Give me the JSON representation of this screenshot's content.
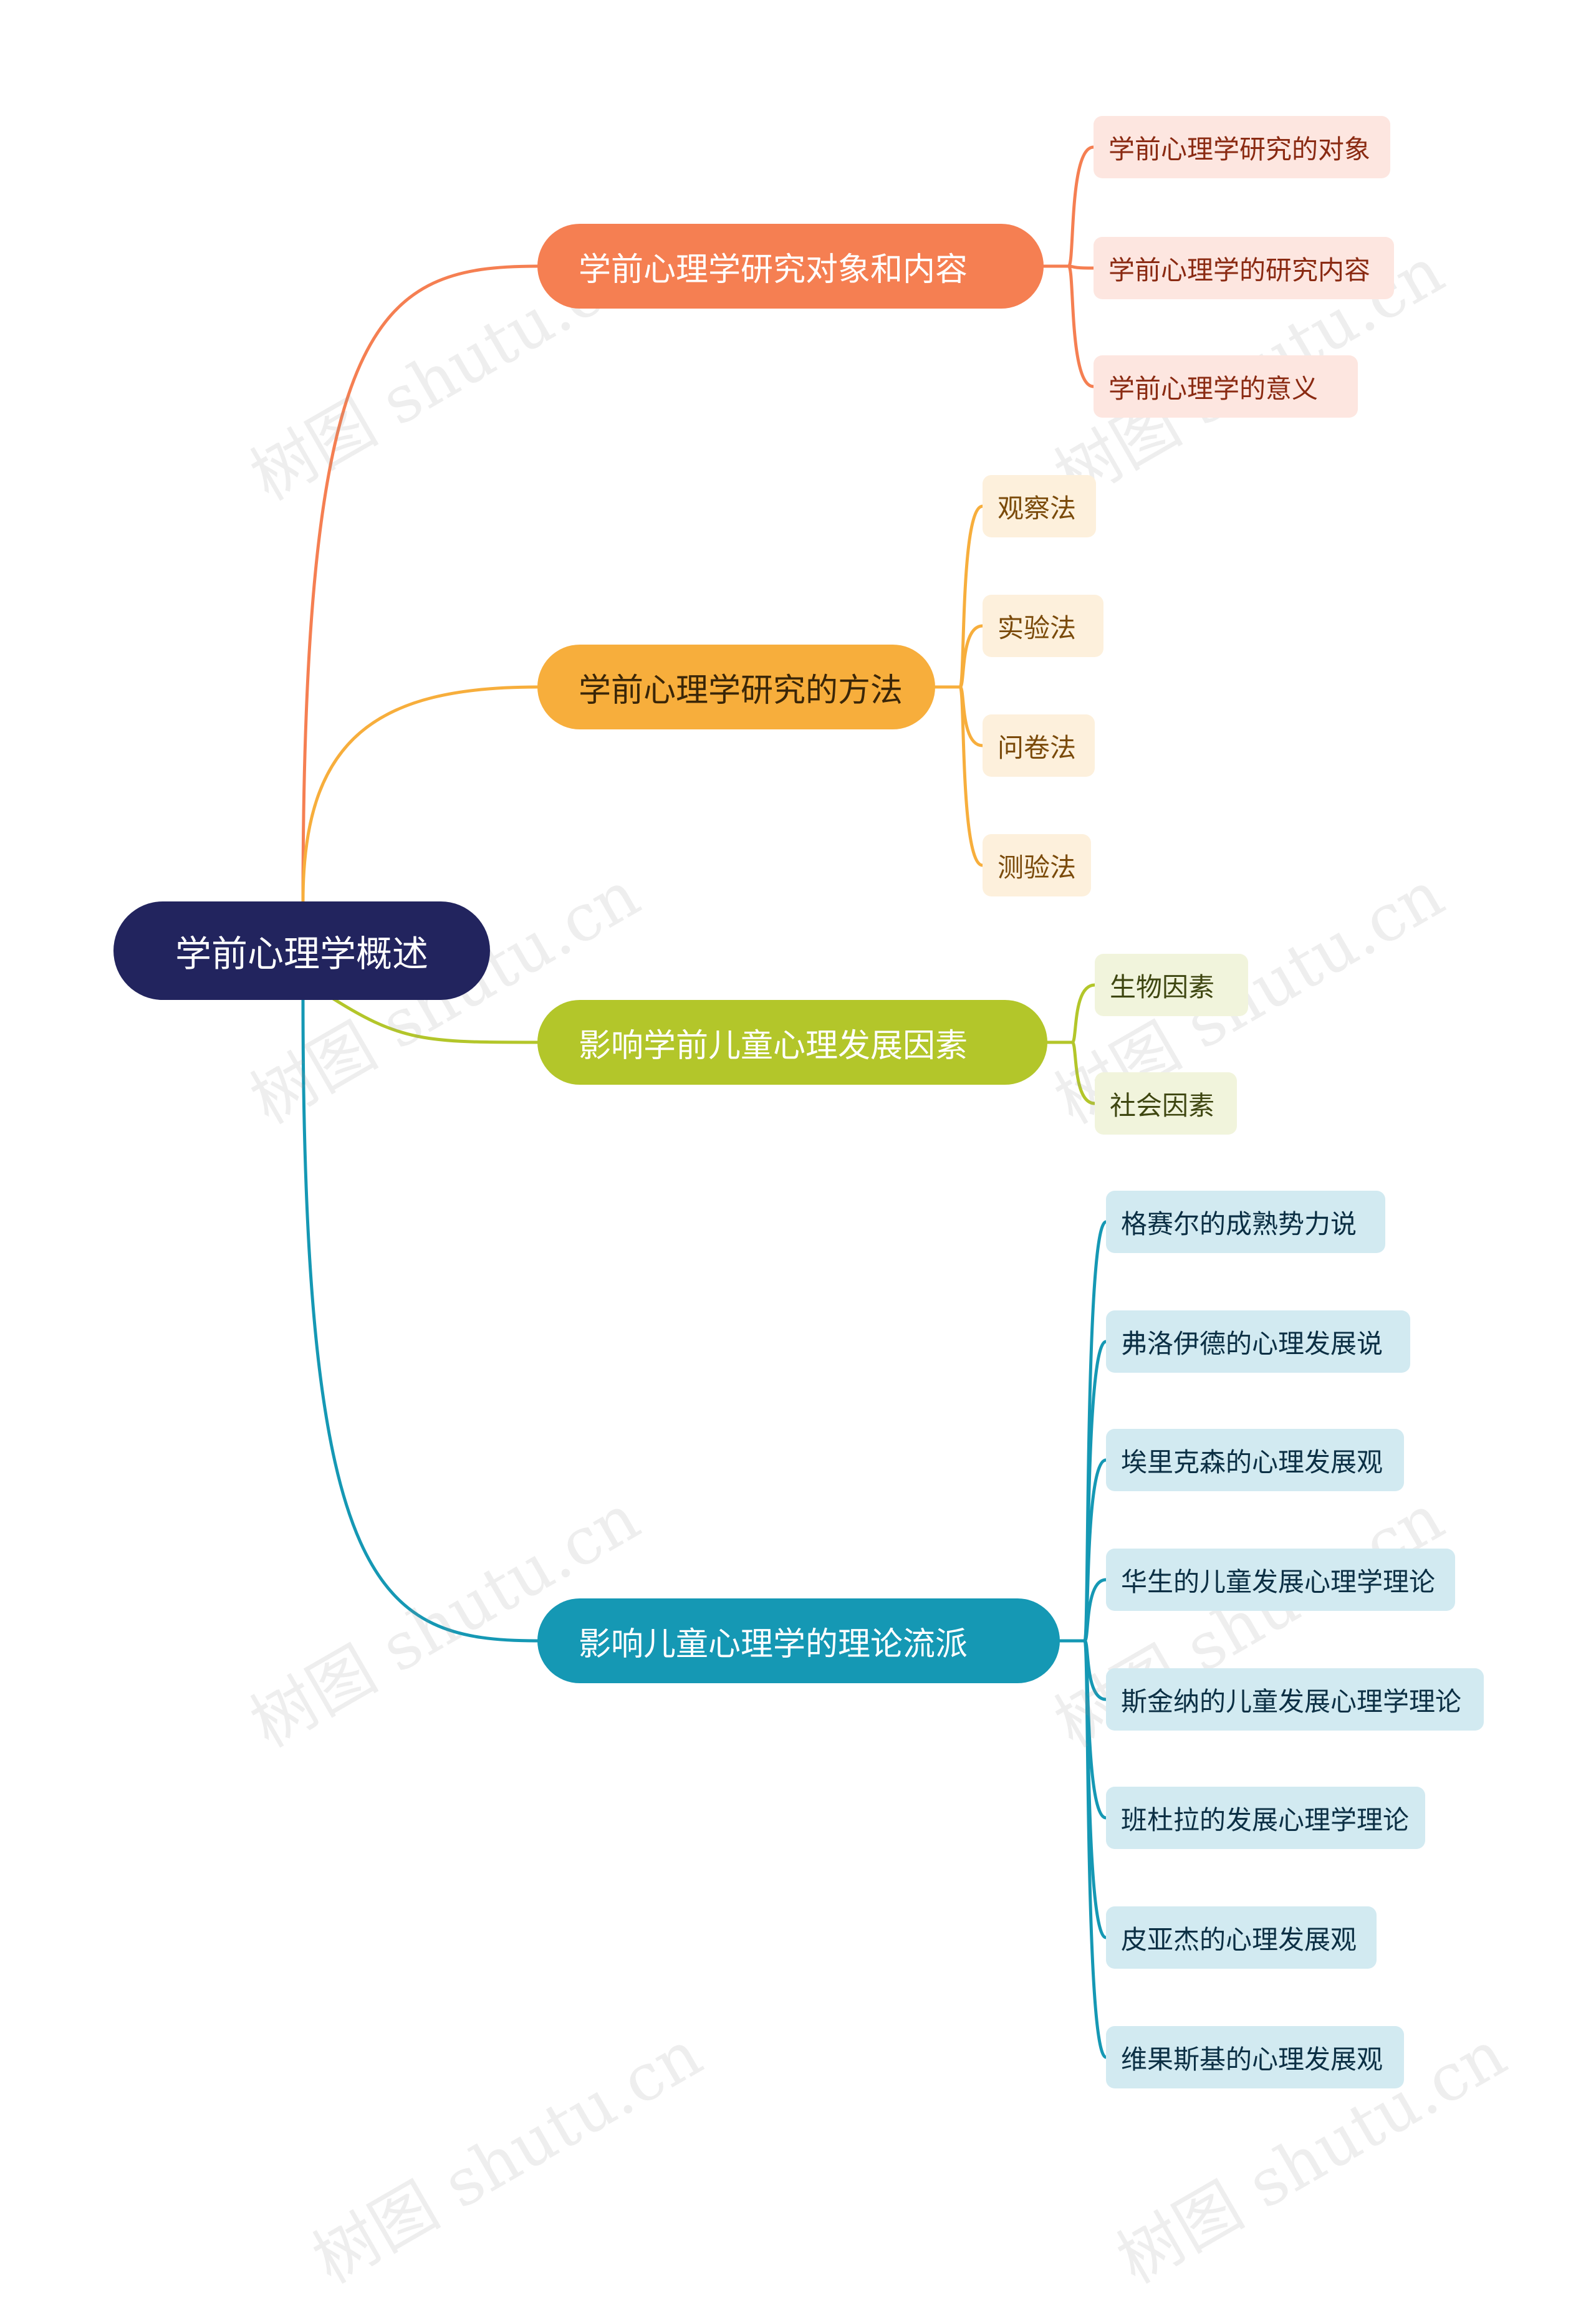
{
  "colors": {
    "root_bg": "#22245e",
    "branch1": "#f57f52",
    "branch1_leaf_bg": "#fde6e0",
    "branch1_leaf_text": "#8a2a12",
    "branch2": "#f7ae3c",
    "branch2_leaf_bg": "#fdf0dc",
    "branch2_leaf_text": "#7a4a0a",
    "branch3": "#b3c62a",
    "branch3_leaf_bg": "#f1f4dc",
    "branch3_leaf_text": "#3e4610",
    "branch4": "#1598b4",
    "branch4_leaf_bg": "#d2eaf1",
    "branch4_leaf_text": "#0b2f44"
  },
  "mindmap": {
    "root": {
      "label": "学前心理学概述"
    },
    "branches": [
      {
        "label": "学前心理学研究对象和内容",
        "children": [
          "学前心理学研究的对象",
          "学前心理学的研究内容",
          "学前心理学的意义"
        ]
      },
      {
        "label": "学前心理学研究的方法",
        "children": [
          "观察法",
          "实验法",
          "问卷法",
          "测验法"
        ]
      },
      {
        "label": "影响学前儿童心理发展因素",
        "children": [
          "生物因素",
          "社会因素"
        ]
      },
      {
        "label": "影响儿童心理学的理论流派",
        "children": [
          "格赛尔的成熟势力说",
          "弗洛伊德的心理发展说",
          "埃里克森的心理发展观",
          "华生的儿童发展心理学理论",
          "斯金纳的儿童发展心理学理论",
          "班杜拉的发展心理学理论",
          "皮亚杰的心理发展观",
          "维果斯基的心理发展观"
        ]
      }
    ]
  },
  "watermark": {
    "text": "树图 shutu.cn"
  }
}
